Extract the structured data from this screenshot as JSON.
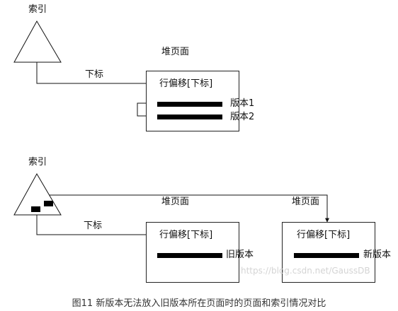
{
  "top": {
    "index_label": "索引",
    "heap_label": "堆页面",
    "subscript_label": "下标",
    "offset_label": "行偏移[下标]",
    "version1_label": "版本1",
    "version2_label": "版本2"
  },
  "bottom": {
    "index_label": "索引",
    "subscript_label": "下标",
    "heap_left_label": "堆页面",
    "heap_right_label": "堆页面",
    "offset_left_label": "行偏移[下标]",
    "offset_right_label": "行偏移[下标]",
    "old_version_label": "旧版本",
    "new_version_label": "新版本"
  },
  "watermark": "https://blog.csdn.net/GaussDB",
  "caption": "图11 新版本无法放入旧版本所在页面时的页面和索引情况对比"
}
